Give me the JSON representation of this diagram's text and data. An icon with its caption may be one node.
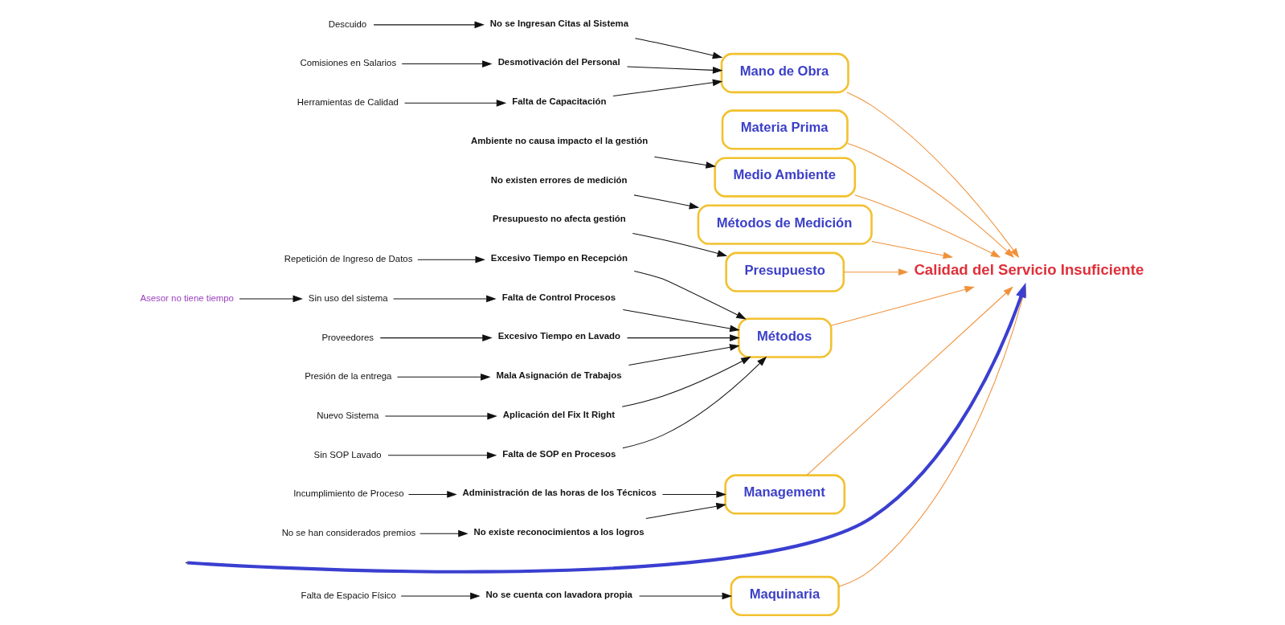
{
  "diagram": {
    "nodes": [
      {
        "text": [
          "Maquinaria"
        ]
      },
      {
        "text": [
          "Mano de Obra"
        ]
      },
      {
        "text": [
          "Materia Prima"
        ]
      },
      {
        "text": [
          "Medio Ambiente"
        ]
      },
      {
        "text": [
          "No se Ingresan Citas al Sistema"
        ]
      },
      {
        "text": [
          "Descuido"
        ]
      },
      {
        "text": [
          "Desmotivación del Personal"
        ]
      },
      {
        "text": [
          "No se cuenta con lavadora propia"
        ]
      },
      {
        "text": [
          "Falta de Capacitación"
        ]
      },
      {
        "text": [
          "Comisiones en Salarios"
        ]
      },
      {
        "text": [
          "Ambiente no causa impacto el la gestión"
        ]
      },
      {
        "text": [
          "Falta de Espacio Físico"
        ]
      },
      {
        "text": [
          "Herramientas de Calidad"
        ]
      },
      {
        "text": [
          "Calidad del Servicio Insuficiente"
        ]
      },
      {
        "text": [
          "Asesor no tiene tiempo"
        ]
      },
      {
        "text": [
          "Repetición de Ingreso de Datos"
        ]
      },
      {
        "text": [
          "No existen errores de medición"
        ]
      },
      {
        "text": [
          "Presupuesto no afecta gestión"
        ]
      },
      {
        "text": [
          "Excesivo Tiempo en Recepción"
        ]
      },
      {
        "text": [
          "Sin uso del sistema"
        ]
      },
      {
        "text": [
          "Administración de las horas de los Técnicos"
        ]
      },
      {
        "text": [
          "Falta de Control Procesos"
        ]
      },
      {
        "text": [
          "Proveedores"
        ]
      },
      {
        "text": [
          "Presión de la entrega"
        ]
      },
      {
        "text": [
          "Incumplimiento de Proceso"
        ]
      },
      {
        "text": [
          "Excesivo Tiempo en Lavado"
        ]
      },
      {
        "text": [
          "Mala Asignación de Trabajos"
        ]
      },
      {
        "text": [
          "Nuevo Sistema"
        ]
      },
      {
        "text": [
          "No existe reconocimientos a los logros"
        ]
      },
      {
        "text": [
          "Aplicación del Fix It Right"
        ]
      },
      {
        "text": [
          "Sin SOP Lavado"
        ]
      },
      {
        "text": [
          "No se han considerados premios"
        ]
      },
      {
        "text": [
          "Falta de SOP en Procesos"
        ]
      },
      {
        "text": [
          "Métodos de Medición"
        ]
      },
      {
        "text": [
          "Presupuesto"
        ]
      },
      {
        "text": [
          "Métodos"
        ]
      },
      {
        "text": [
          "Management"
        ]
      }
    ],
    "edges": [
      {
        "from": 0,
        "to": 13,
        "arrow": "to",
        "color": "#f0913a"
      },
      {
        "from": 1,
        "to": 13,
        "arrow": "to",
        "color": "#f0913a"
      },
      {
        "from": 2,
        "to": 13,
        "arrow": "to",
        "color": "#f0913a"
      },
      {
        "from": 3,
        "to": 13,
        "arrow": "to",
        "color": "#f0913a"
      },
      {
        "from": 33,
        "to": 13,
        "arrow": "to",
        "color": "#f0913a"
      },
      {
        "from": 34,
        "to": 13,
        "arrow": "to",
        "color": "#f0913a"
      },
      {
        "from": 35,
        "to": 13,
        "arrow": "to",
        "color": "#f0913a"
      },
      {
        "from": 36,
        "to": 13,
        "arrow": "to",
        "color": "#f0913a"
      },
      {
        "from": null,
        "to": 13,
        "arrow": "to",
        "style": "thick",
        "color": "#3a3fd0"
      },
      {
        "from": 4,
        "to": 1,
        "arrow": "to"
      },
      {
        "from": 5,
        "to": 4,
        "arrow": "to"
      },
      {
        "from": 6,
        "to": 1,
        "arrow": "to"
      },
      {
        "from": 9,
        "to": 6,
        "arrow": "to"
      },
      {
        "from": 7,
        "to": 0,
        "arrow": "to"
      },
      {
        "from": 11,
        "to": 7,
        "arrow": "to"
      },
      {
        "from": 8,
        "to": 1,
        "arrow": "to"
      },
      {
        "from": 12,
        "to": 8,
        "arrow": "to"
      },
      {
        "from": 10,
        "to": 3,
        "arrow": "to"
      },
      {
        "from": 16,
        "to": 33,
        "arrow": "to"
      },
      {
        "from": 17,
        "to": 34,
        "arrow": "to"
      },
      {
        "from": 15,
        "to": 18,
        "arrow": "to"
      },
      {
        "from": 18,
        "to": 35,
        "arrow": "to"
      },
      {
        "from": 14,
        "to": 19,
        "arrow": "to"
      },
      {
        "from": 19,
        "to": 21,
        "arrow": "to"
      },
      {
        "from": 21,
        "to": 35,
        "arrow": "to"
      },
      {
        "from": 22,
        "to": 25,
        "arrow": "to"
      },
      {
        "from": 25,
        "to": 35,
        "arrow": "to"
      },
      {
        "from": 23,
        "to": 26,
        "arrow": "to"
      },
      {
        "from": 26,
        "to": 35,
        "arrow": "to"
      },
      {
        "from": 27,
        "to": 29,
        "arrow": "to"
      },
      {
        "from": 29,
        "to": 35,
        "arrow": "to"
      },
      {
        "from": 30,
        "to": 32,
        "arrow": "to"
      },
      {
        "from": 32,
        "to": 35,
        "arrow": "to"
      },
      {
        "from": 20,
        "to": 36,
        "arrow": "to"
      },
      {
        "from": 24,
        "to": 20,
        "arrow": "to"
      },
      {
        "from": 28,
        "to": 36,
        "arrow": "to"
      },
      {
        "from": 31,
        "to": 28,
        "arrow": "to"
      }
    ]
  }
}
